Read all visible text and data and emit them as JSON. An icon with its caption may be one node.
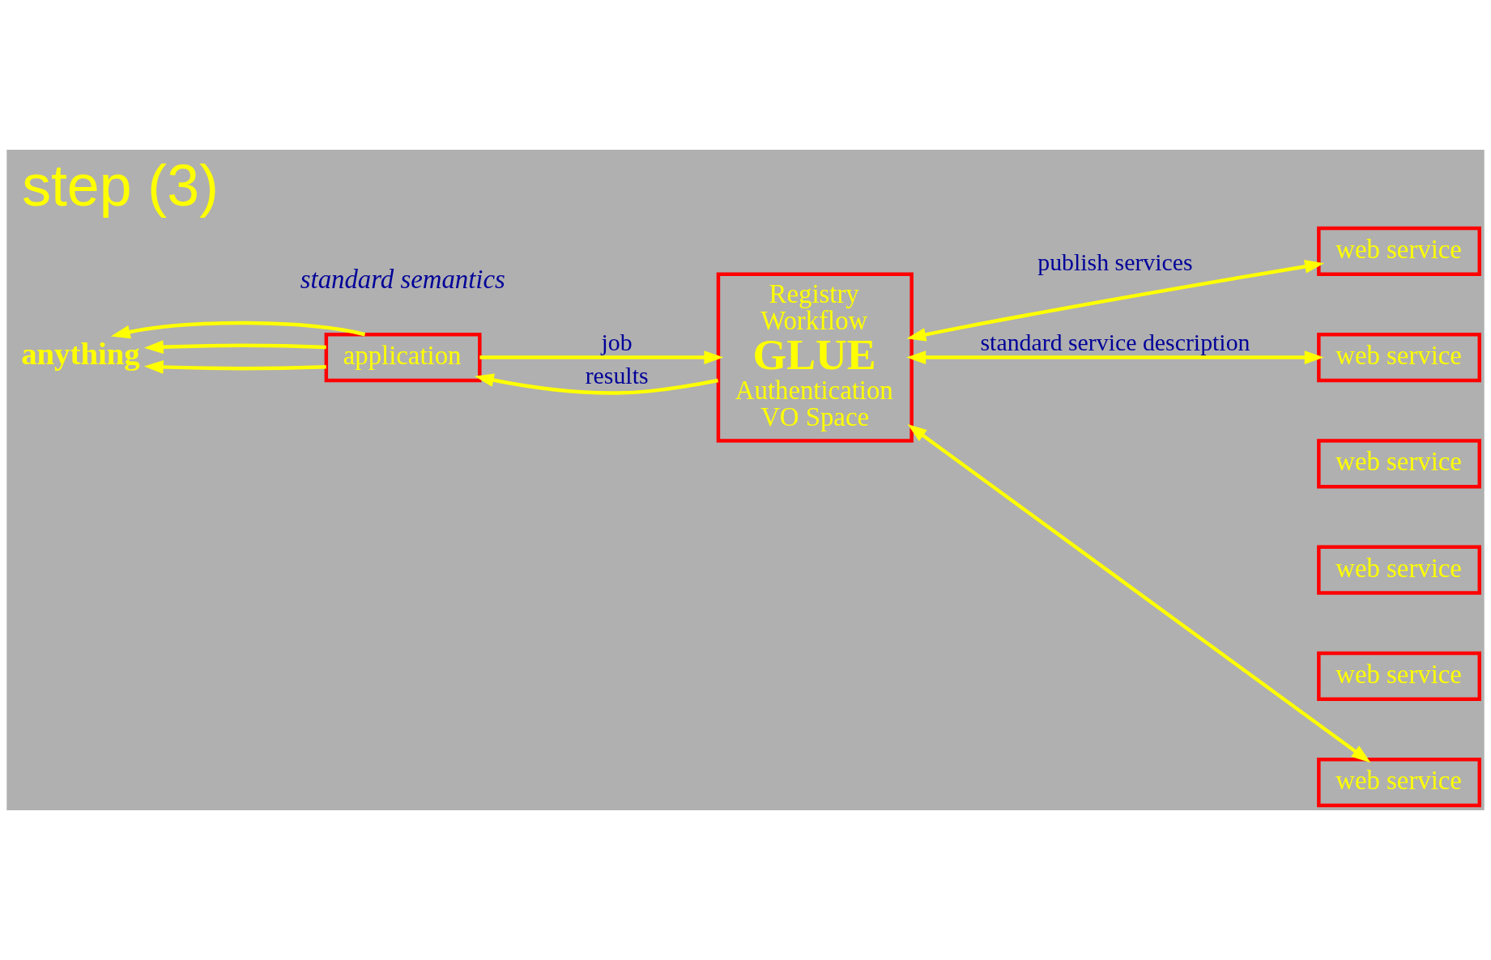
{
  "diagram": {
    "title": "step (3)",
    "nodes": [
      {
        "text": [
          "anything"
        ]
      },
      {
        "text": [
          "application"
        ]
      },
      {
        "text": [
          "Registry",
          "Workflow",
          "GLUE",
          "Authentication",
          "VO Space"
        ]
      },
      {
        "text": [
          "web service"
        ]
      },
      {
        "text": [
          "web service"
        ]
      },
      {
        "text": [
          "web service"
        ]
      },
      {
        "text": [
          "web service"
        ]
      },
      {
        "text": [
          "web service"
        ]
      },
      {
        "text": [
          "web service"
        ]
      }
    ],
    "edges": [
      {
        "from": 1,
        "to": 0,
        "arrow": "to"
      },
      {
        "from": 1,
        "to": 0,
        "arrow": "to"
      },
      {
        "from": 1,
        "to": 0,
        "arrow": "to"
      },
      {
        "from": 1,
        "to": 2,
        "arrow": "to",
        "label": "job"
      },
      {
        "from": 2,
        "to": 1,
        "arrow": "to",
        "label": "results"
      },
      {
        "from": 2,
        "to": 3,
        "arrow": "both",
        "label": "publish services"
      },
      {
        "from": 2,
        "to": 4,
        "arrow": "both",
        "label": "standard service description"
      },
      {
        "from": 2,
        "to": 8,
        "arrow": "both"
      }
    ],
    "labels": [
      "standard semantics"
    ]
  }
}
